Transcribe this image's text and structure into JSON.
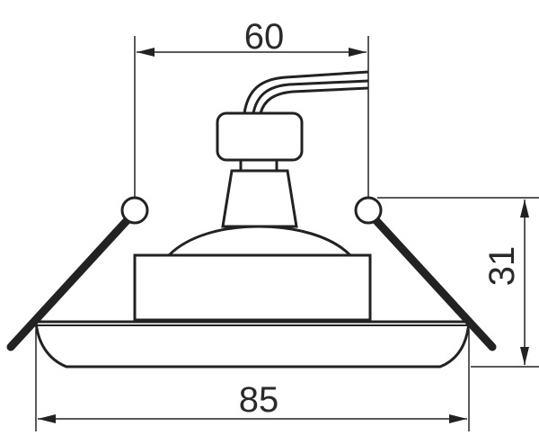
{
  "drawing": {
    "dimensions": {
      "top_width": "60",
      "bottom_width": "85",
      "height": "31"
    }
  }
}
